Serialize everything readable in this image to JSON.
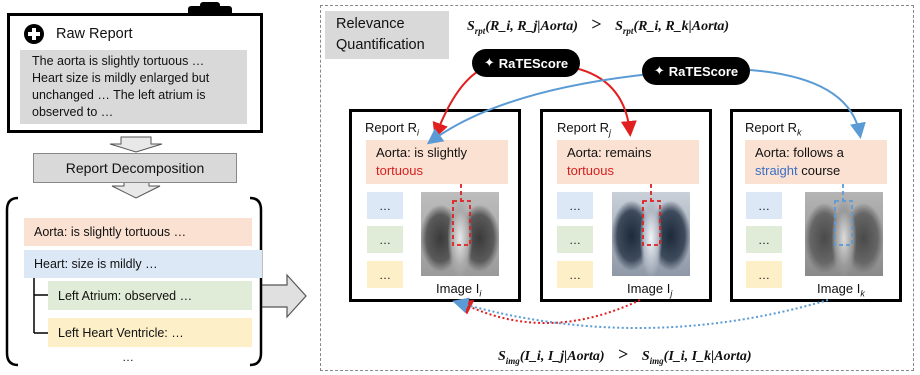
{
  "raw_report": {
    "title": "Raw Report",
    "lines": [
      "The aorta is slightly tortuous …",
      "Heart size is mildly enlarged but",
      "unchanged … The left atrium is",
      "observed to …"
    ]
  },
  "decomposition": {
    "button_label": "Report Decomposition",
    "items": [
      {
        "text": "Aorta: is slightly tortuous …",
        "color": "#fbe1d2"
      },
      {
        "text": "Heart: size is mildly …",
        "color": "#dde8f6"
      },
      {
        "text": "Left Atrium: observed …",
        "color": "#e1ecd8"
      },
      {
        "text": "Left Heart Ventricle: …",
        "color": "#fdf0c8"
      }
    ],
    "ellipsis": "…"
  },
  "relevance": {
    "title_line1": "Relevance",
    "title_line2": "Quantification",
    "formula_top": "S_rpt(R_i, R_j | Aorta) > S_rpt(R_i, R_k | Aorta)",
    "formula_top_parts": {
      "lhs_sub": "rpt",
      "lhs_args": "(R_i, R_j|Aorta)",
      "op": ">",
      "rhs_sub": "rpt",
      "rhs_args": "(R_i, R_k|Aorta)"
    },
    "formula_bottom_parts": {
      "lhs_sub": "img",
      "lhs_args": "(I_i, I_j|Aorta)",
      "op": ">",
      "rhs_sub": "img",
      "rhs_args": "(I_i, I_k|Aorta)"
    },
    "scorer_label": "RaTEScore"
  },
  "reports": [
    {
      "label": "Report R",
      "sub": "i",
      "finding_prefix": "Aorta: is slightly",
      "finding_key": "tortuous",
      "finding_suffix": "",
      "key_color": "#d62020",
      "image_label": "Image I",
      "image_sub": "i"
    },
    {
      "label": "Report R",
      "sub": "j",
      "finding_prefix": "Aorta: remains",
      "finding_key": "tortuous",
      "finding_suffix": "",
      "key_color": "#d62020",
      "image_label": "Image I",
      "image_sub": "j"
    },
    {
      "label": "Report R",
      "sub": "k",
      "finding_prefix": "Aorta: follows a",
      "finding_key": "straight",
      "finding_suffix": " course",
      "key_color": "#3a6fc4",
      "image_label": "Image I",
      "image_sub": "k"
    }
  ],
  "chip_text": "…",
  "colors": {
    "red": "#e02020",
    "blue": "#5b9bd5",
    "salmon": "#fbe1d2",
    "blue_chip": "#dde8f6",
    "green_chip": "#e1ecd8",
    "yellow_chip": "#fdf0c8",
    "grey": "#d9d9d9"
  }
}
